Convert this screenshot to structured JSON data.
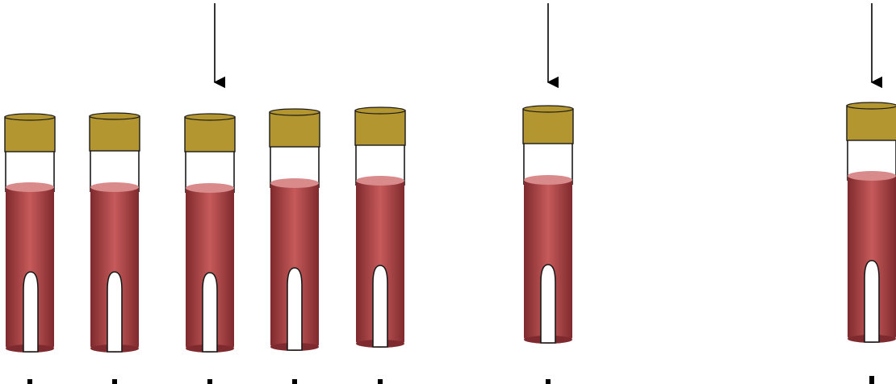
{
  "diagram": {
    "background": "#ffffff",
    "colors": {
      "cap_fill": "#B3962F",
      "cap_stroke": "#1a1a1a",
      "tube_outline": "#1a1a1a",
      "liquid_center": "#C75A5A",
      "liquid_edge": "#7F2A2E",
      "liquid_surface": "#D98A8A",
      "insert_fill": "#ffffff",
      "arrow_color": "#000000",
      "tick_color": "#000000"
    },
    "tubes": [
      {
        "id": "tube-1",
        "has_insert": true,
        "marked": false
      },
      {
        "id": "tube-2",
        "has_insert": true,
        "marked": false
      },
      {
        "id": "tube-3",
        "has_insert": true,
        "marked": true
      },
      {
        "id": "tube-4",
        "has_insert": true,
        "marked": false
      },
      {
        "id": "tube-5",
        "has_insert": true,
        "marked": false
      },
      {
        "id": "tube-6",
        "has_insert": true,
        "marked": true
      },
      {
        "id": "tube-7",
        "has_insert": true,
        "marked": true
      }
    ]
  }
}
